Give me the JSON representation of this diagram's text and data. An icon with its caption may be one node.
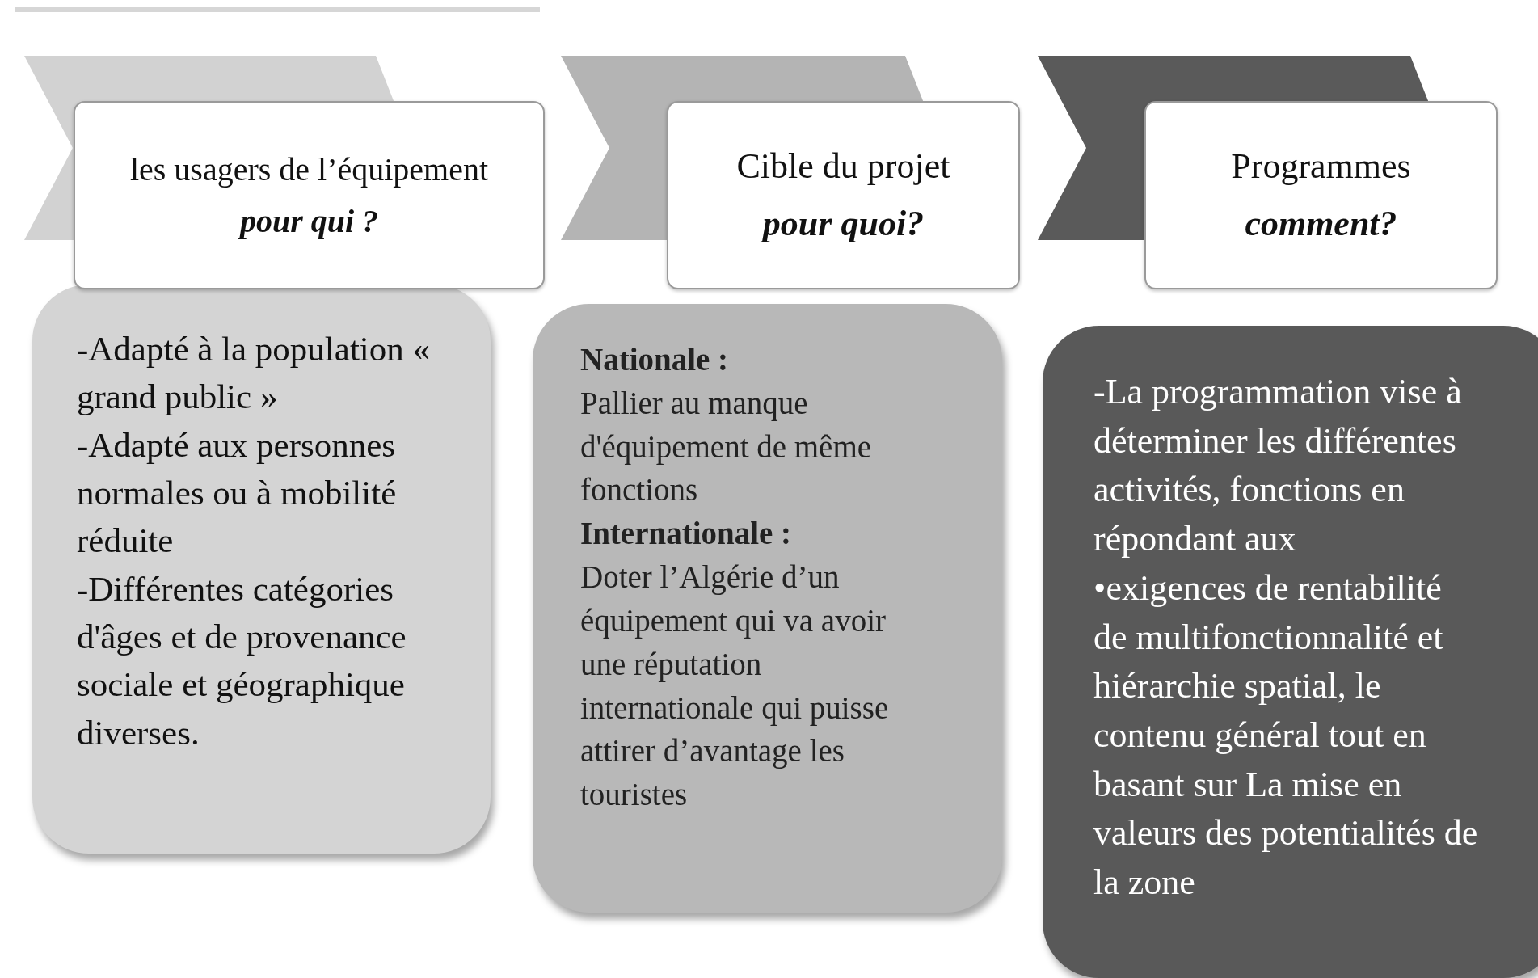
{
  "diagram": {
    "nodes": [
      {
        "text": [
          "les usagers de l’équipement",
          "pour qui ?"
        ]
      },
      {
        "text": [
          "-Adapté à la population « grand public »",
          "-Adapté aux personnes normales ou à mobilité réduite",
          "-Différentes catégories d'âges et de provenance sociale et géographique diverses."
        ]
      },
      {
        "text": [
          "Cible du projet",
          "pour quoi?"
        ]
      },
      {
        "text": [
          "Nationale :",
          "Pallier au manque d'équipement de même fonctions",
          "Internationale :",
          "Doter l’Algérie d’un équipement qui va avoir une réputation internationale qui puisse attirer d’avantage les touristes"
        ]
      },
      {
        "text": [
          "Programmes",
          "comment?"
        ]
      },
      {
        "text": [
          "-La programmation vise à déterminer les différentes activités, fonctions en répondant aux",
          "•exigences de rentabilité de multifonctionnalité et hiérarchie spatial, le contenu général tout en basant sur La mise en valeurs des potentialités de la zone"
        ]
      }
    ],
    "edges": []
  }
}
